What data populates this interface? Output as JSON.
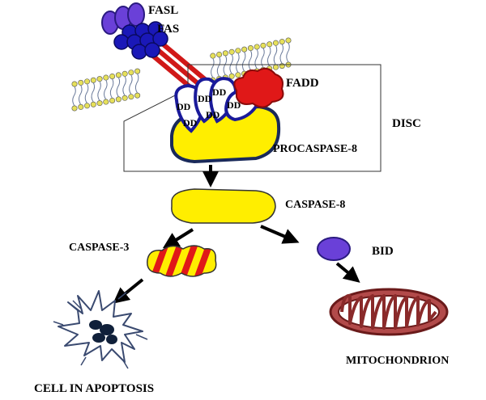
{
  "labels": {
    "fasl": "FASL",
    "fas": "FAS",
    "fadd": "FADD",
    "disc": "DISC",
    "procaspase8": "PROCASPASE-8",
    "caspase8": "CASPASE-8",
    "caspase3": "CASPASE-3",
    "bid": "BID",
    "cell_apoptosis": "CELL IN APOPTOSIS",
    "mitochondrion": "MITOCHONDRION",
    "dd": "DD"
  },
  "colors": {
    "fasl": "#6a40d8",
    "fas": "#1a18b8",
    "fas_stalk": "#d01818",
    "fadd": "#e01818",
    "procaspase": "#ffee00",
    "outline": "#1a2a6a",
    "bid": "#6a40d8",
    "mito_outer": "#8a2a2a",
    "membrane_head": "#e6e05a",
    "nucleus": "#10203a"
  }
}
